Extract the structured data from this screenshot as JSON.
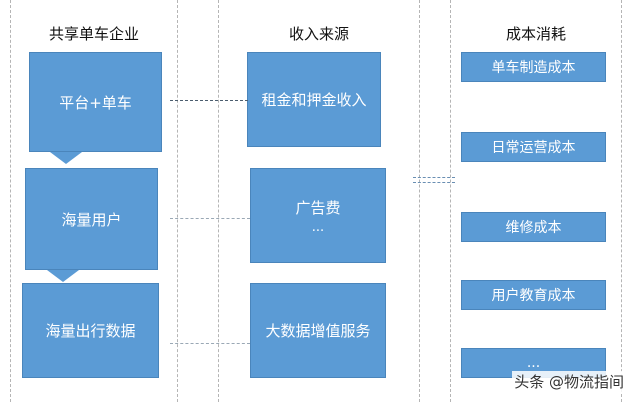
{
  "columns": {
    "left": {
      "title": "共享单车企业",
      "boxes": [
        "平台+单车",
        "海量用户",
        "海量出行数据"
      ]
    },
    "middle": {
      "title": "收入来源",
      "boxes": [
        {
          "line1": "租金和押金收入",
          "line2": ""
        },
        {
          "line1": "广告费",
          "line2": "..."
        },
        {
          "line1": "大数据增值服务",
          "line2": ""
        }
      ]
    },
    "right": {
      "title": "成本消耗",
      "boxes": [
        "单车制造成本",
        "日常运营成本",
        "维修成本",
        "用户教育成本",
        "..."
      ]
    }
  },
  "watermark": "头条 @物流指间",
  "colors": {
    "box_fill": "#5b9bd5",
    "box_text": "#ffffff"
  }
}
